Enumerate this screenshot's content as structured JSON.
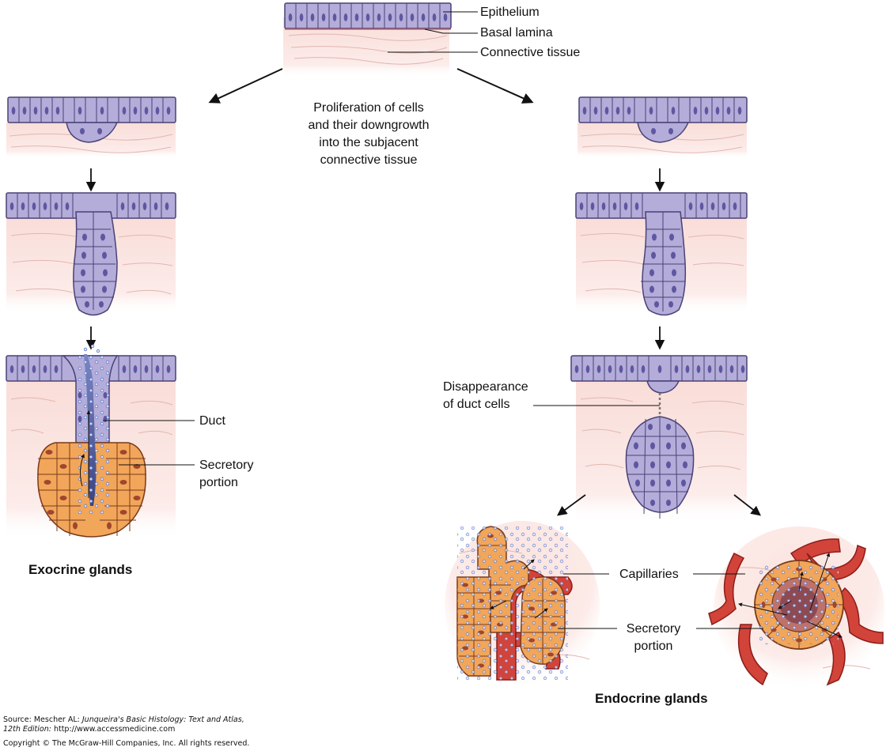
{
  "labels": {
    "epithelium": "Epithelium",
    "basal_lamina": "Basal lamina",
    "connective_tissue": "Connective tissue",
    "proliferation": [
      "Proliferation of cells",
      "and their downgrowth",
      "into the subjacent",
      "connective tissue"
    ],
    "duct": "Duct",
    "exo_secretory": [
      "Secretory",
      "portion"
    ],
    "exocrine_title": "Exocrine glands",
    "disappearance": [
      "Disappearance",
      "of duct cells"
    ],
    "capillaries": "Capillaries",
    "endo_secretory": [
      "Secretory",
      "portion"
    ],
    "endocrine_title": "Endocrine glands"
  },
  "footer": {
    "source_prefix": "Source: Mescher AL: ",
    "source_title": "Junqueira's Basic Histology: Text and Atlas,",
    "edition": "12th Edition:",
    "url": " http://www.accessmedicine.com",
    "copyright": "Copyright © The McGraw-Hill Companies, Inc. All rights reserved."
  },
  "colors": {
    "epithelium_cell": "#b4acd9",
    "cell_outline": "#4a4276",
    "nucleus": "#5e57a0",
    "connective": "#fbe7e4",
    "fiber": "#e6bdb8",
    "basal_lamina": "#c96a6a",
    "secretory_cell": "#f2a65a",
    "secretory_nucleus": "#a0452e",
    "capillary": "#d2433a",
    "secretion_dot": "#6f90d8"
  }
}
